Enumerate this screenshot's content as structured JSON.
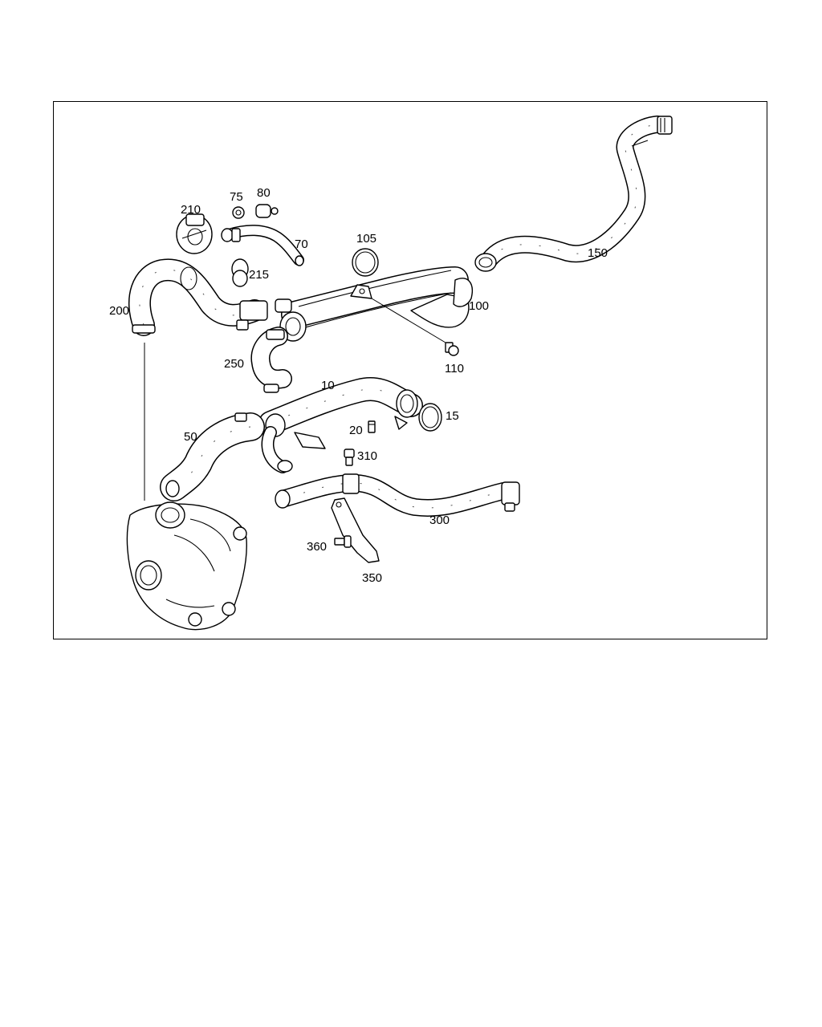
{
  "callouts": {
    "p10": "10",
    "p15": "15",
    "p20": "20",
    "p50": "50",
    "p70": "70",
    "p75": "75",
    "p80": "80",
    "p100": "100",
    "p105": "105",
    "p110": "110",
    "p150": "150",
    "p200": "200",
    "p210": "210",
    "p215": "215",
    "p250": "250",
    "p300": "300",
    "p310": "310",
    "p350": "350",
    "p360": "360"
  }
}
